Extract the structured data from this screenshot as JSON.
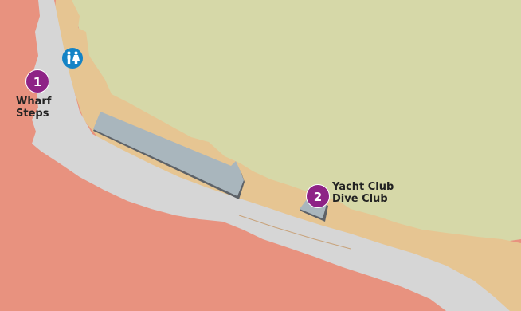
{
  "colors": {
    "sea": "#e8927f",
    "land": "#d6d8a8",
    "shore": "#e6c592",
    "wharf_path": "#d6d6d6",
    "building": "#a9b6bd",
    "building_edge": "#5d6268",
    "marker": "#8e2386",
    "toilet_icon": "#1483c6"
  },
  "icons": {
    "toilets": "toilets-icon"
  },
  "markers": [
    {
      "number": "1",
      "lines": [
        "Wharf",
        "Steps"
      ]
    },
    {
      "number": "2",
      "lines": [
        "Yacht Club",
        "Dive Club"
      ]
    }
  ]
}
